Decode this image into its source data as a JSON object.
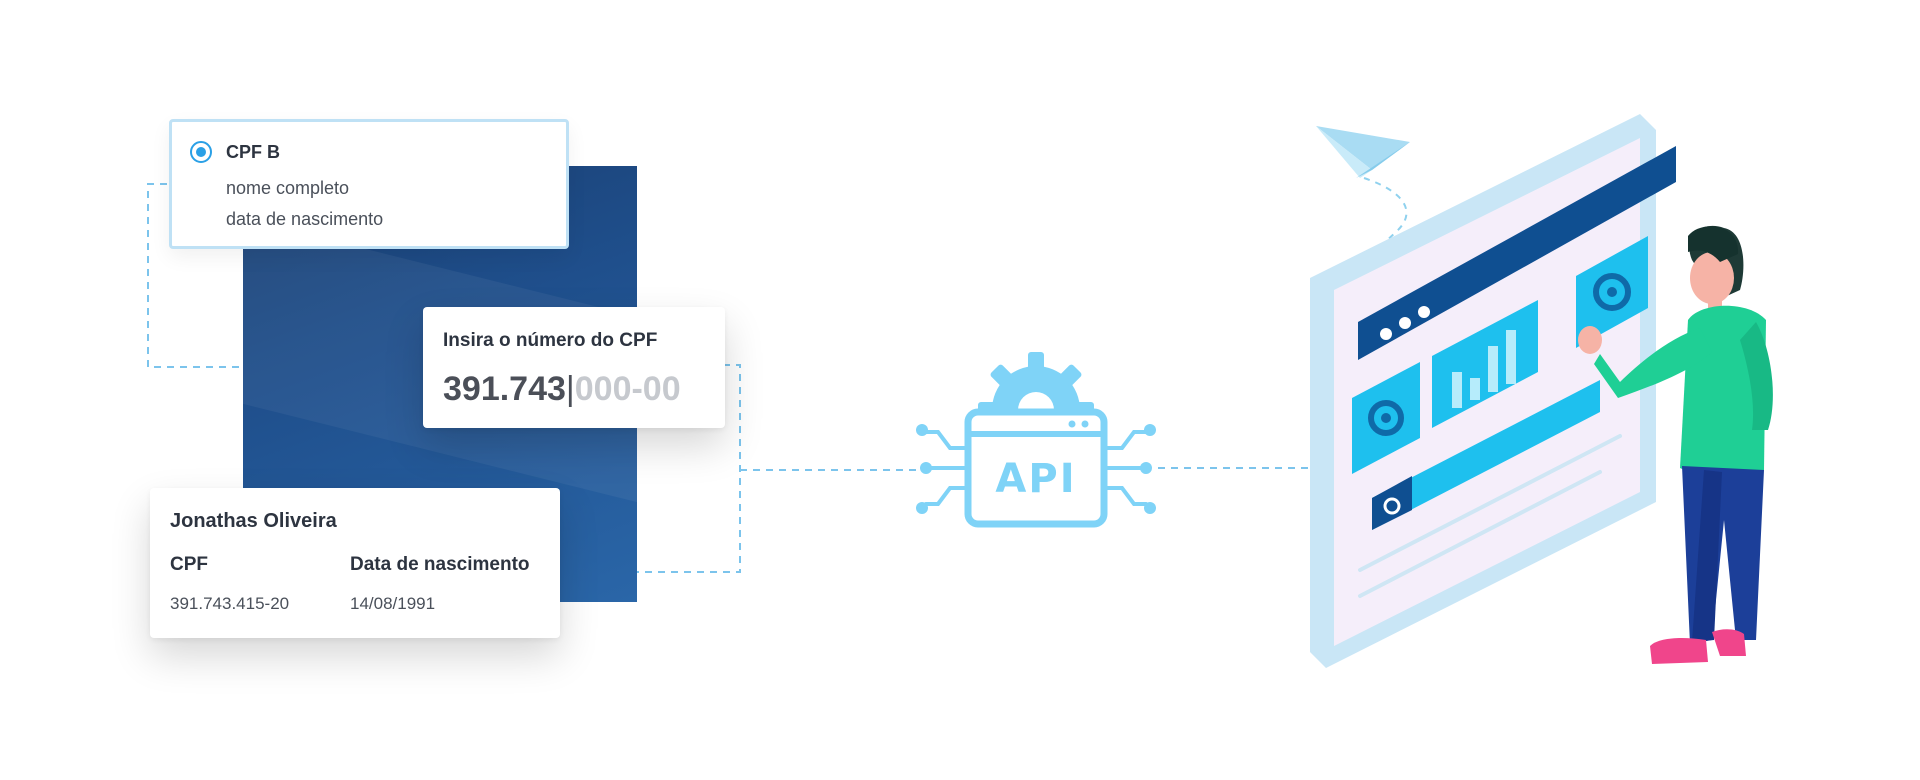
{
  "cpf_option": {
    "title": "CPF B",
    "fields": [
      "nome completo",
      "data de nascimento"
    ]
  },
  "cpf_input": {
    "label": "Insira o número do CPF",
    "typed": "391.743",
    "caret": "|",
    "mask_rest": "000-00"
  },
  "result": {
    "name": "Jonathas Oliveira",
    "cpf_label": "CPF",
    "cpf_value": "391.743.415-20",
    "birth_label": "Data de nascimento",
    "birth_value": "14/08/1991"
  },
  "api": {
    "label": "API"
  },
  "icons": [
    "radio-icon",
    "api-gear-icon",
    "paper-plane-icon",
    "settings-icon",
    "bar-chart-icon",
    "search-icon"
  ],
  "colors": {
    "accent": "#2aa0e6",
    "api_light": "#7fd3f7",
    "panel_dark": "#1f4f8c",
    "screen_frame": "#c9e6f6",
    "screen_header": "#0f4f91",
    "tile": "#1ec0ee",
    "person_shirt": "#1fcf95",
    "person_pants": "#1c3f99",
    "person_shoes": "#f0458b"
  }
}
